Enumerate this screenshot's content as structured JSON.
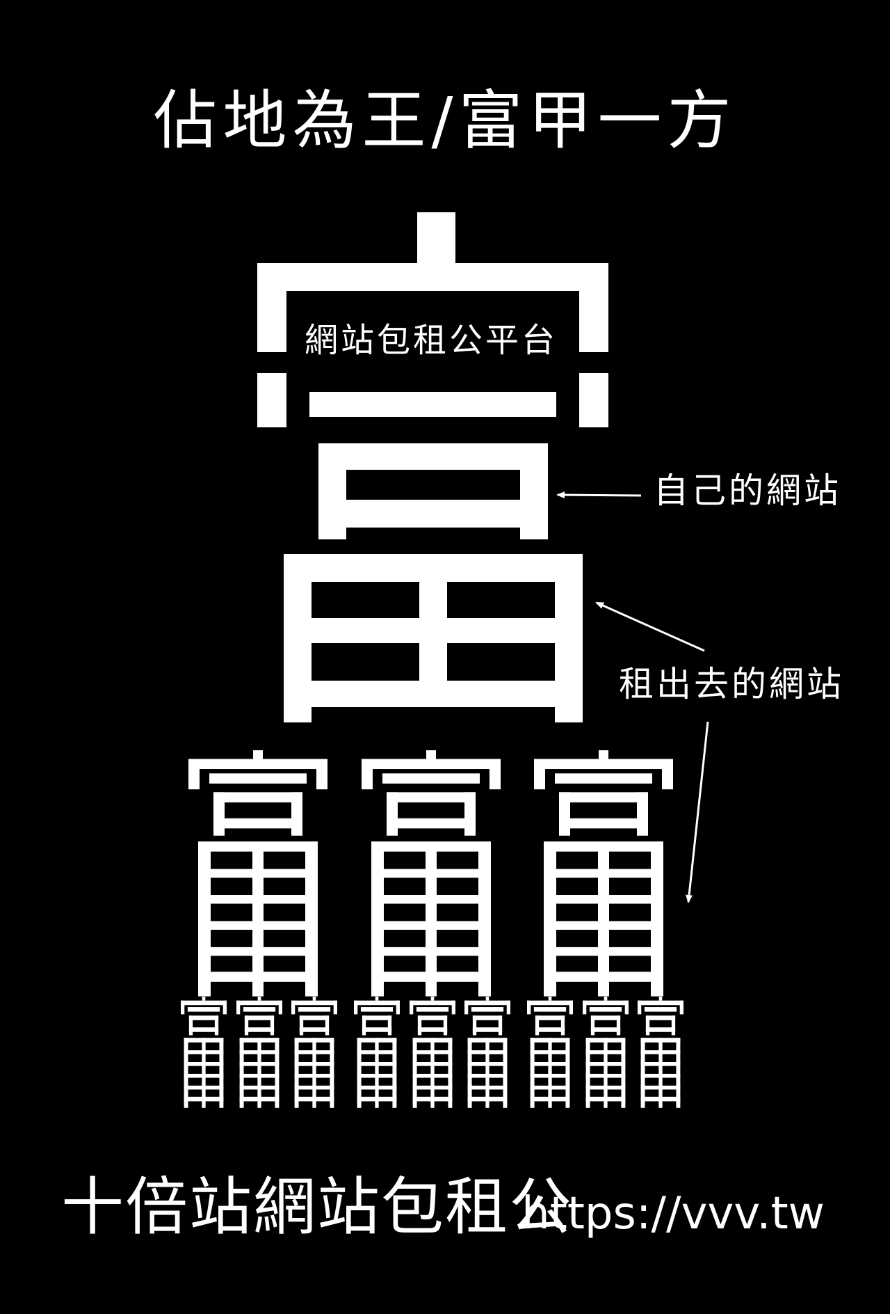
{
  "colors": {
    "background": "#000000",
    "foreground": "#ffffff"
  },
  "headline": "佔地為王/富甲一方",
  "platform_label": "網站包租公平台",
  "annotations": {
    "own_site": "自己的網站",
    "rented_sites": "租出去的網站"
  },
  "footer": {
    "brand": "十倍站網站包租公",
    "url": "https://vvv.tw"
  },
  "structure": {
    "main_glyph": "富",
    "mid_tier_count": 3,
    "bottom_tier_count": 9
  }
}
